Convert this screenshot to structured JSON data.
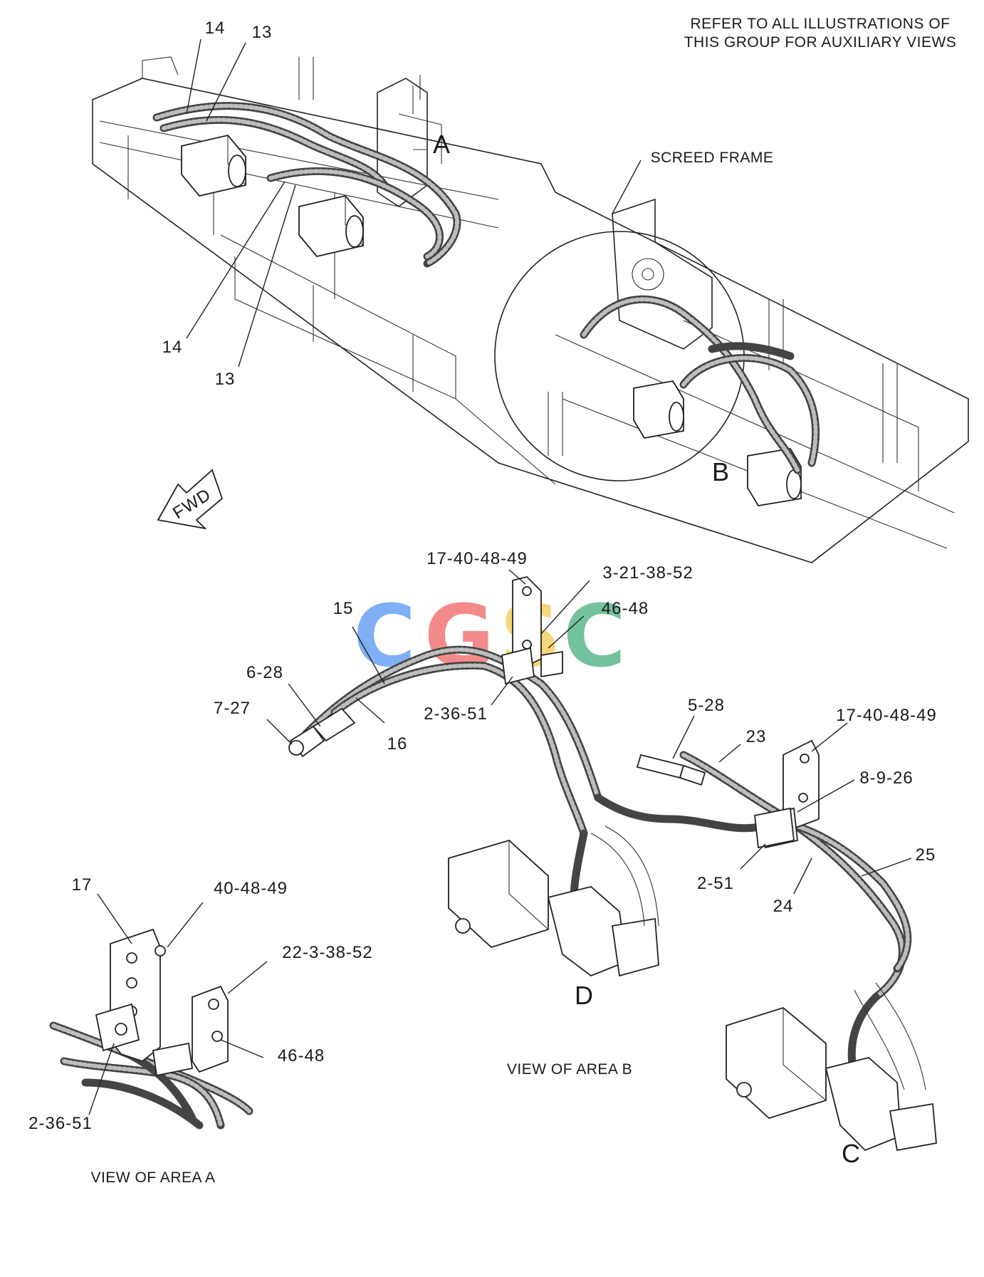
{
  "note": {
    "line1": "REFER TO ALL ILLUSTRATIONS OF",
    "line2": "THIS GROUP FOR AUXILIARY VIEWS"
  },
  "screed_frame_label": "SCREED FRAME",
  "fwd_label": "FWD",
  "area_letters": {
    "a": "A",
    "b": "B",
    "c": "C",
    "d": "D"
  },
  "view_titles": {
    "area_a": "VIEW OF AREA A",
    "area_b": "VIEW OF AREA B"
  },
  "watermark": {
    "letters": [
      "C",
      "G",
      "S",
      "C"
    ],
    "colors": [
      "#4a8ef0",
      "#ee5a5a",
      "#f5c542",
      "#3aa876"
    ]
  },
  "callouts": {
    "top": [
      "14",
      "13",
      "14",
      "13"
    ],
    "area_b": [
      "17-40-48-49",
      "3-21-38-52",
      "46-48",
      "15",
      "6-28",
      "7-27",
      "16",
      "2-36-51",
      "5-28",
      "23",
      "17-40-48-49",
      "8-9-26",
      "25",
      "2-51",
      "24"
    ],
    "area_a": [
      "17",
      "40-48-49",
      "22-3-38-52",
      "46-48",
      "2-36-51"
    ]
  }
}
